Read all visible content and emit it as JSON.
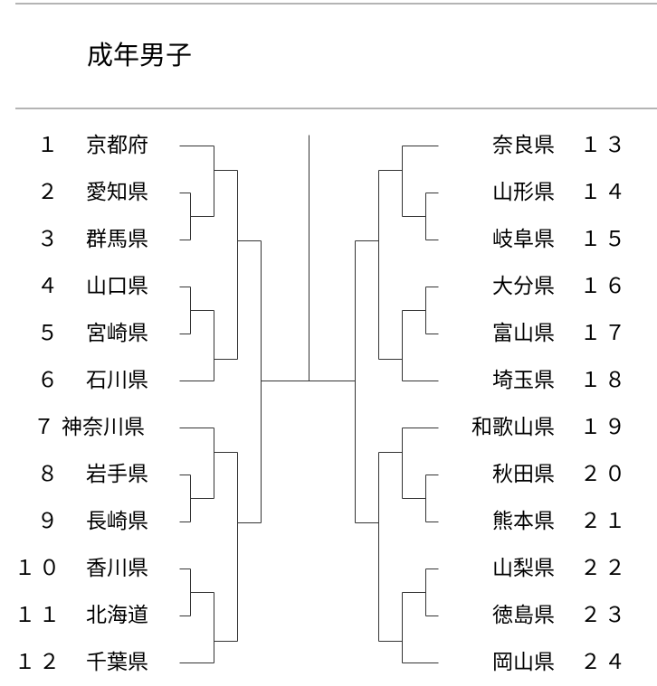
{
  "title": "成年男子",
  "left": [
    {
      "seed": "１",
      "name": "京都府"
    },
    {
      "seed": "２",
      "name": "愛知県"
    },
    {
      "seed": "３",
      "name": "群馬県"
    },
    {
      "seed": "４",
      "name": "山口県"
    },
    {
      "seed": "５",
      "name": "宮崎県"
    },
    {
      "seed": "６",
      "name": "石川県"
    },
    {
      "seed": "７",
      "name": "神奈川県"
    },
    {
      "seed": "８",
      "name": "岩手県"
    },
    {
      "seed": "９",
      "name": "長崎県"
    },
    {
      "seed": "１０",
      "name": "香川県"
    },
    {
      "seed": "１１",
      "name": "北海道"
    },
    {
      "seed": "１２",
      "name": "千葉県"
    }
  ],
  "right": [
    {
      "seed": "１３",
      "name": "奈良県"
    },
    {
      "seed": "１４",
      "name": "山形県"
    },
    {
      "seed": "１５",
      "name": "岐阜県"
    },
    {
      "seed": "１６",
      "name": "大分県"
    },
    {
      "seed": "１７",
      "name": "富山県"
    },
    {
      "seed": "１８",
      "name": "埼玉県"
    },
    {
      "seed": "１９",
      "name": "和歌山県"
    },
    {
      "seed": "２０",
      "name": "秋田県"
    },
    {
      "seed": "２１",
      "name": "熊本県"
    },
    {
      "seed": "２２",
      "name": "山梨県"
    },
    {
      "seed": "２３",
      "name": "徳島県"
    },
    {
      "seed": "２４",
      "name": "岡山県"
    }
  ],
  "colors": {
    "line": "#333333",
    "rule": "#b4b4b4"
  }
}
